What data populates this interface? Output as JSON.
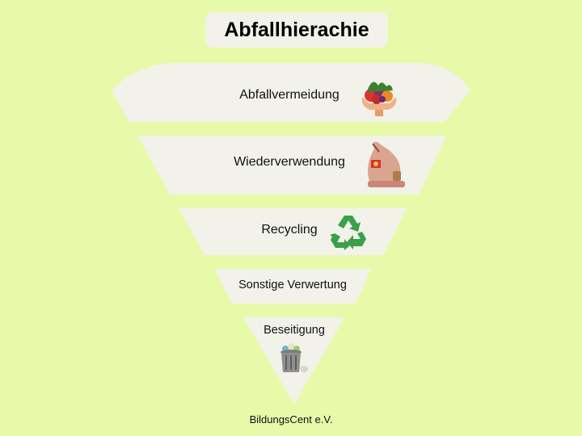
{
  "title": "Abfallhierachie",
  "levels": [
    {
      "label": "Abfallvermeidung",
      "icon": "hands-with-fruit-icon"
    },
    {
      "label": "Wiederverwendung",
      "icon": "sack-icon"
    },
    {
      "label": "Recycling",
      "icon": "recycle-icon"
    },
    {
      "label": "Sonstige Verwertung",
      "icon": ""
    },
    {
      "label": "Beseitigung",
      "icon": "trash-can-icon"
    }
  ],
  "footer": "BildungsCent e.V.",
  "colors": {
    "background": "#e8f9a9",
    "level_fill": "#f2f2ea",
    "recycle_green": "#3aa04a"
  }
}
